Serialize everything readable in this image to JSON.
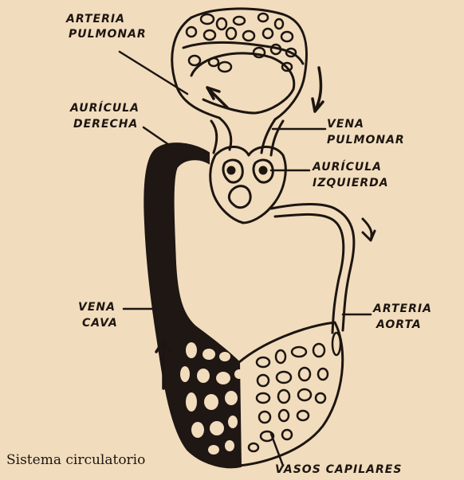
{
  "labels": {
    "arteria_pulmonar": [
      "ARTERIA",
      "PULMONAR"
    ],
    "auricula_derecha": [
      "AURÍCULA",
      "DERECHA"
    ],
    "vena_pulmonar": [
      "VENA",
      "PULMONAR"
    ],
    "auricula_izquierda": [
      "AURÍCULA",
      "IZQUIERDA"
    ],
    "vena_cava": [
      "VENA",
      "CAVA"
    ],
    "arteria_aorta": [
      "ARTERIA",
      "AORTA"
    ],
    "vasos_capilares": "VASOS CAPILARES"
  },
  "caption": "Sistema circulatorio",
  "colors": {
    "paper": "#f1dcbd",
    "ink": "#1c1510",
    "venous": "#1f1714"
  }
}
